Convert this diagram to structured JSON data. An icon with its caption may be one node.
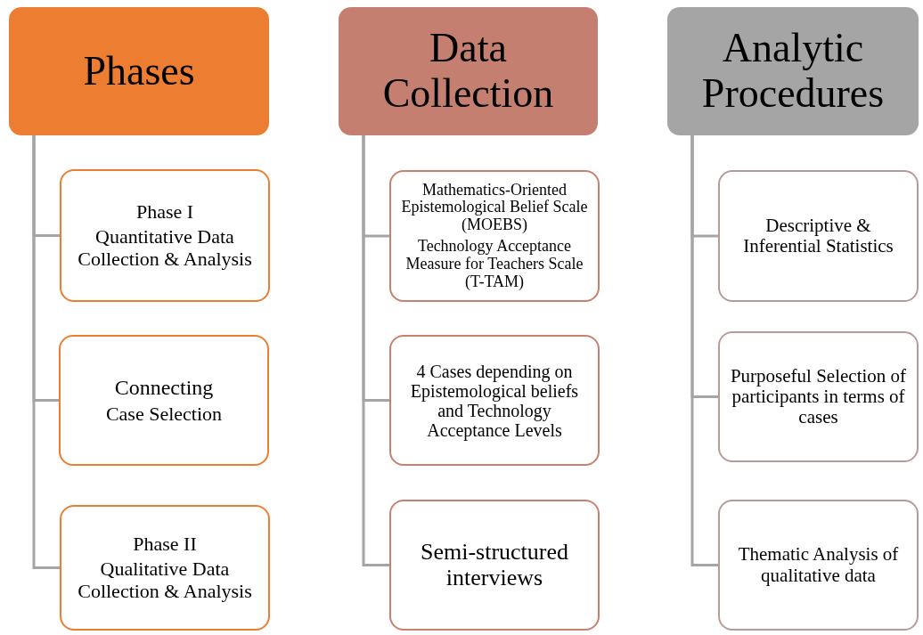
{
  "diagram": {
    "nodes": [
      {
        "text": [
          "Phases"
        ]
      },
      {
        "text": [
          "Phase I",
          "Quantitative Data Collection & Analysis"
        ]
      },
      {
        "text": [
          "Connecting",
          "Case Selection"
        ]
      },
      {
        "text": [
          "Phase II",
          "Qualitative Data Collection & Analysis"
        ]
      },
      {
        "text": [
          "Data Collection"
        ]
      },
      {
        "text": [
          "Mathematics-Oriented Epistemological Belief Scale (MOEBS)",
          "Technology Acceptance Measure for Teachers Scale (T-TAM)"
        ]
      },
      {
        "text": [
          "4 Cases depending on Epistemological beliefs and Technology Acceptance Levels"
        ]
      },
      {
        "text": [
          "Semi-structured interviews"
        ]
      },
      {
        "text": [
          "Analytic Procedures"
        ]
      },
      {
        "text": [
          "Descriptive & Inferential Statistics"
        ]
      },
      {
        "text": [
          "Purposeful Selection of participants in terms of cases"
        ]
      },
      {
        "text": [
          "Thematic Analysis of qualitative data"
        ]
      }
    ],
    "edges": [
      {
        "from": 0,
        "to": 1,
        "arrow": "none"
      },
      {
        "from": 0,
        "to": 2,
        "arrow": "none"
      },
      {
        "from": 0,
        "to": 3,
        "arrow": "none"
      },
      {
        "from": 4,
        "to": 5,
        "arrow": "none"
      },
      {
        "from": 4,
        "to": 6,
        "arrow": "none"
      },
      {
        "from": 4,
        "to": 7,
        "arrow": "none"
      },
      {
        "from": 8,
        "to": 9,
        "arrow": "none"
      },
      {
        "from": 8,
        "to": 10,
        "arrow": "none"
      },
      {
        "from": 8,
        "to": 11,
        "arrow": "none"
      }
    ]
  }
}
